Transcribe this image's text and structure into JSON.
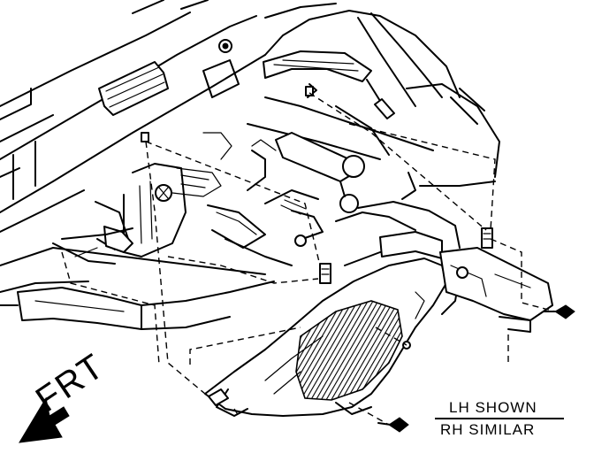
{
  "diagram": {
    "direction_label": "FRT",
    "note": {
      "line1": "LH SHOWN",
      "line2": "RH SIMILAR"
    },
    "colors": {
      "ink": "#000000",
      "paper": "#ffffff"
    }
  }
}
